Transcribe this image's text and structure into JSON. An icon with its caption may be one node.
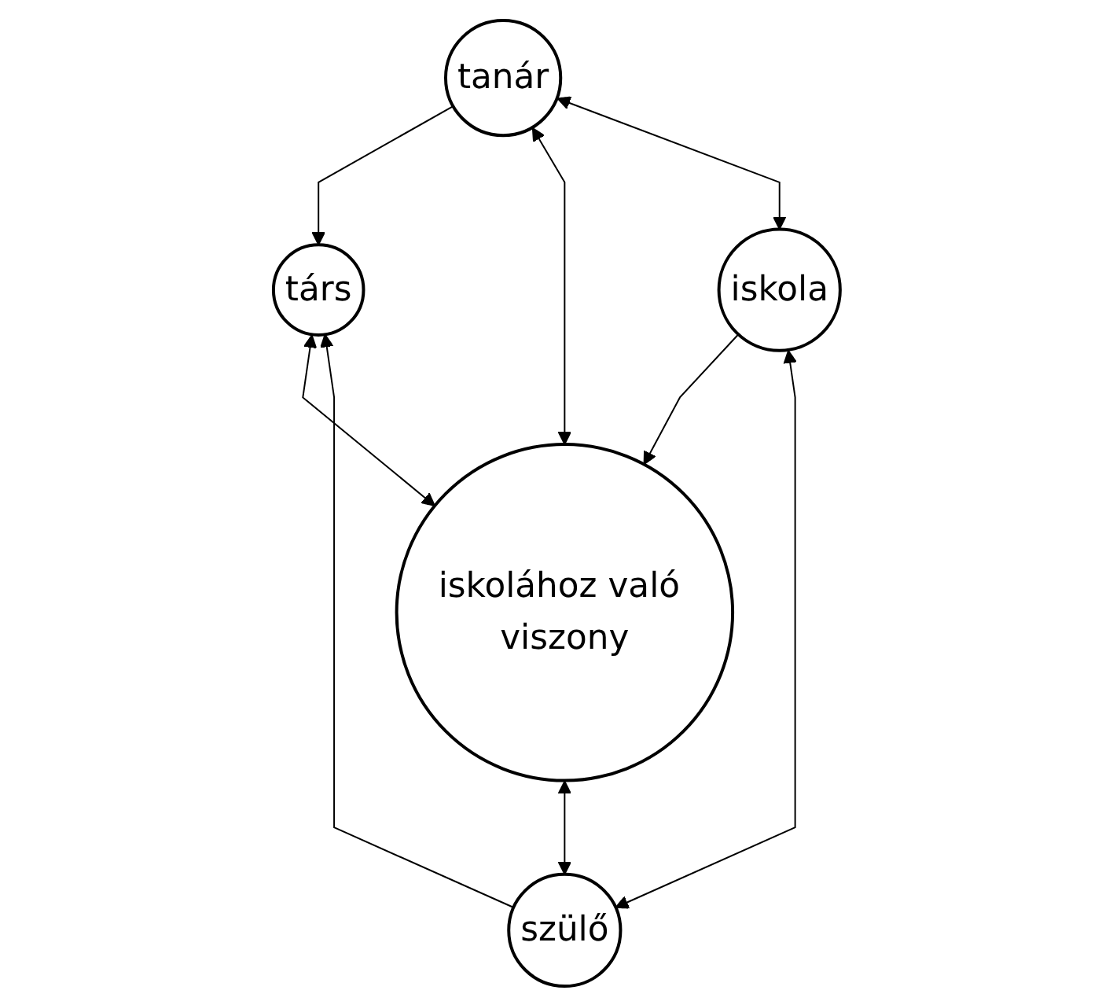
{
  "diagram": {
    "nodes": [
      {
        "text": [
          "társ"
        ]
      },
      {
        "text": [
          "tanár"
        ]
      },
      {
        "text": [
          "iskolához való viszony"
        ]
      },
      {
        "text": [
          "iskola"
        ]
      },
      {
        "text": [
          "szülő"
        ]
      }
    ],
    "edges": [
      {
        "from": 1,
        "to": 0,
        "arrow": "to"
      },
      {
        "from": 0,
        "to": 2,
        "arrow": "both"
      },
      {
        "from": 1,
        "to": 2,
        "arrow": "both"
      },
      {
        "from": 1,
        "to": 3,
        "arrow": "both"
      },
      {
        "from": 3,
        "to": 2,
        "arrow": "to"
      },
      {
        "from": 4,
        "to": 0,
        "arrow": "to"
      },
      {
        "from": 2,
        "to": 4,
        "arrow": "both"
      },
      {
        "from": 3,
        "to": 4,
        "arrow": "both"
      }
    ]
  }
}
